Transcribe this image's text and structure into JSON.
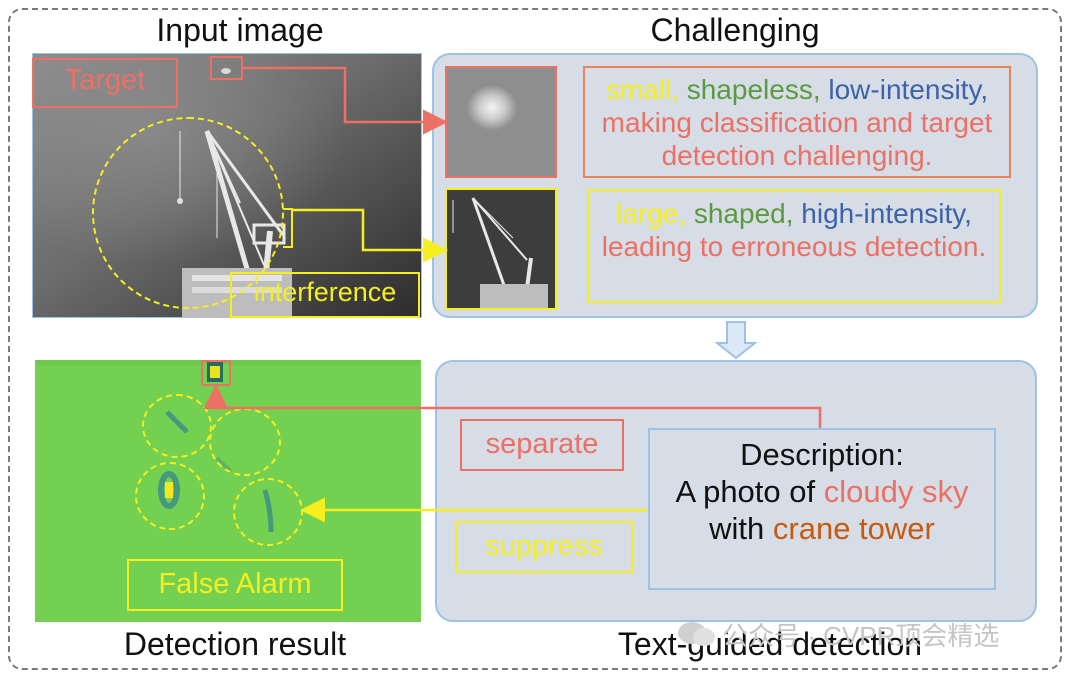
{
  "headings": {
    "input_image": "Input image",
    "challenging": "Challenging",
    "detection_result": "Detection result",
    "text_guided": "Text-guided detection"
  },
  "input_panel": {
    "target_label": "Target",
    "interference_label": "interference"
  },
  "challenge_small": {
    "w1": "small,",
    "w2": "shapeless,",
    "w3": "low-intensity,",
    "rest": "making classification and target detection challenging."
  },
  "challenge_large": {
    "w1": "large,",
    "w2": "shaped,",
    "w3": "high-intensity,",
    "rest": "leading to erroneous detection."
  },
  "detection_panel": {
    "false_alarm": "False Alarm"
  },
  "text_panel": {
    "separate": "separate",
    "suppress": "suppress",
    "description_title": "Description:",
    "description_prefix": "A photo of",
    "cloudy_sky": "cloudy sky",
    "with": "with",
    "crane_tower": "crane tower"
  },
  "watermark": "公众号 · CVPR顶会精选",
  "colors": {
    "red": "#ec7063",
    "yellow": "#f5ef1f",
    "green": "#5b9b3e",
    "blue": "#3d62a8",
    "orange_dark": "#c65a11",
    "panel_fill": "#d6dde7",
    "panel_border": "#9cc2e6",
    "heat_green": "#74d051"
  }
}
